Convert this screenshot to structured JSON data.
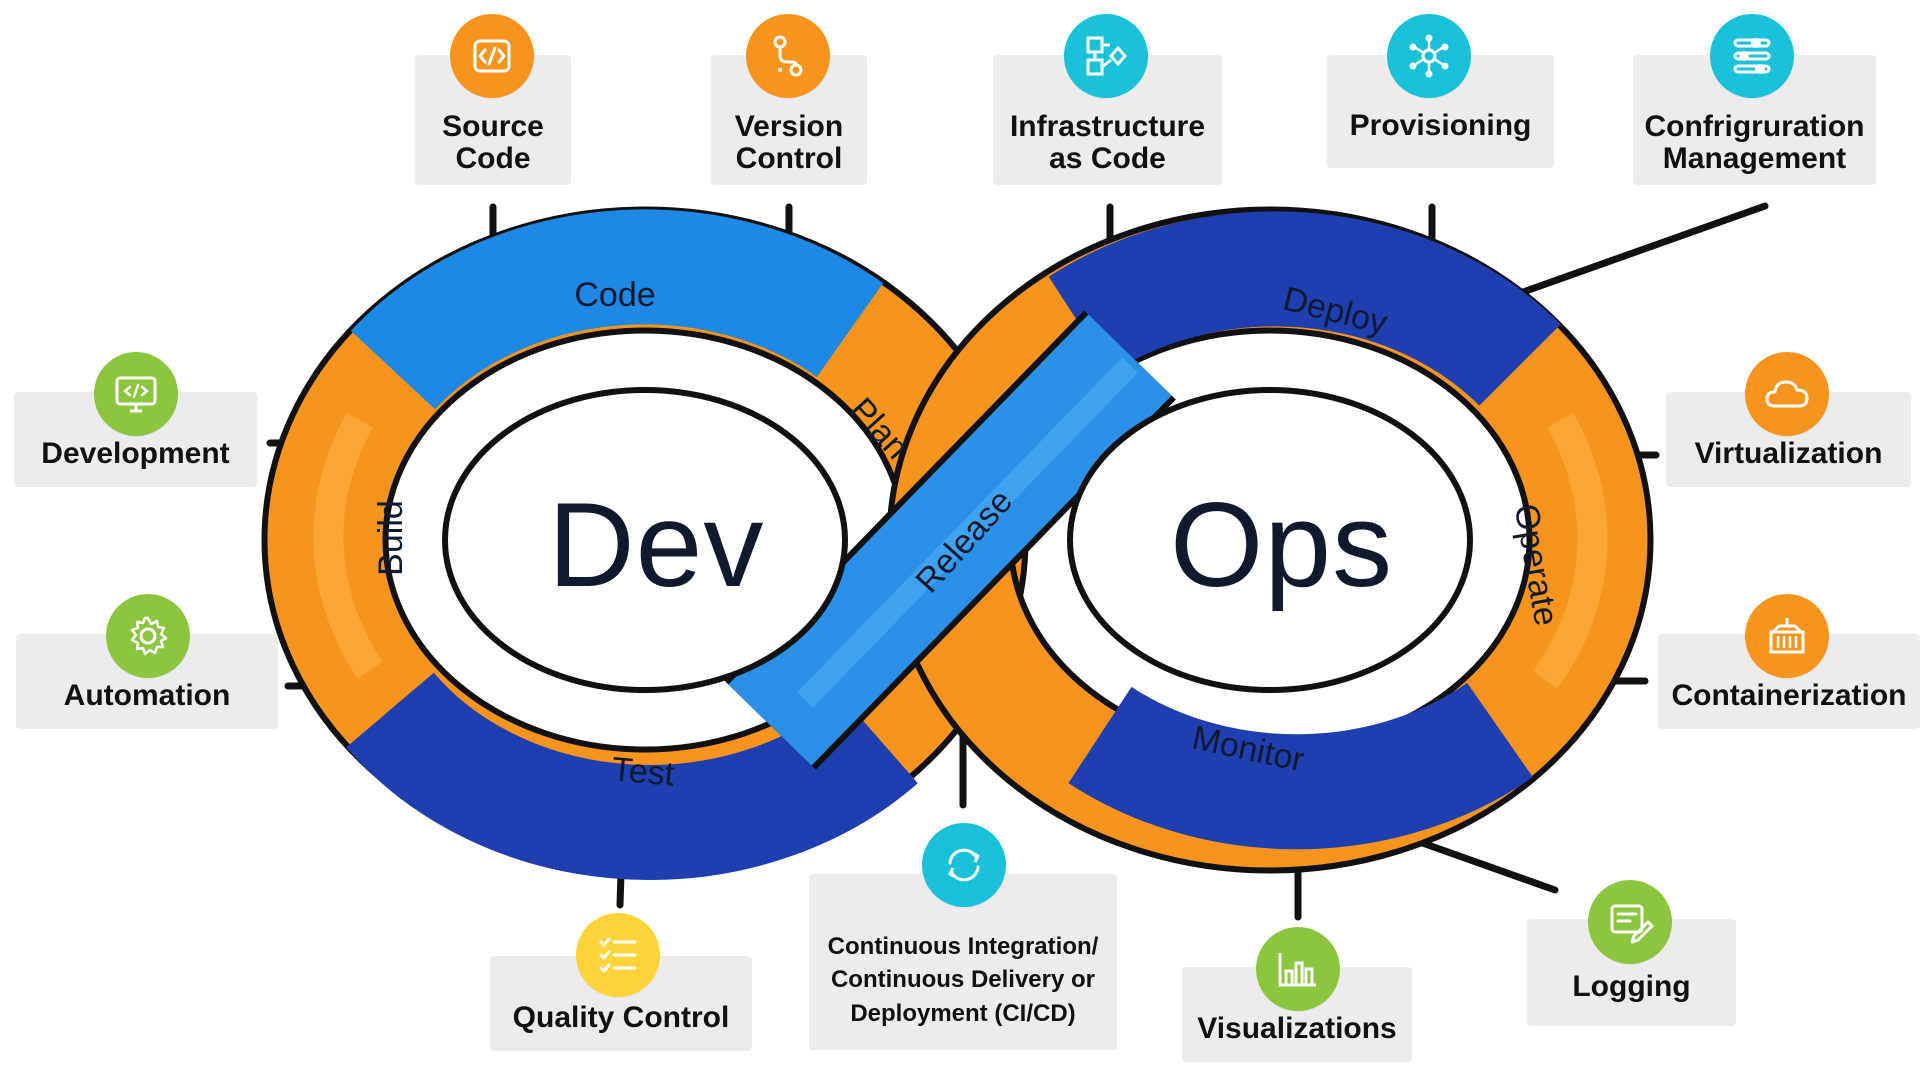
{
  "center": {
    "dev": "Dev",
    "ops": "Ops"
  },
  "loop_segments": {
    "code": "Code",
    "plan": "Plan",
    "build": "Build",
    "test": "Test",
    "release": "Release",
    "deploy": "Deploy",
    "operate": "Operate",
    "monitor": "Monitor"
  },
  "cards": {
    "source_code": "Source\nCode",
    "version_control": "Version\nControl",
    "infrastructure_as_code": "Infrastructure\nas Code",
    "provisioning": "Provisioning",
    "configuration_management": "Confrigruration\nManagement",
    "development": "Development",
    "automation": "Automation",
    "virtualization": "Virtualization",
    "containerization": "Containerization",
    "quality_control": "Quality Control",
    "ci_cd": "Continuous Integration/\nContinuous Delivery or\nDeployment (CI/CD)",
    "visualizations": "Visualizations",
    "logging": "Logging"
  },
  "icons": {
    "source_code": "code-brackets-icon",
    "version_control": "branch-icon",
    "infrastructure_as_code": "flowchart-icon",
    "provisioning": "network-hub-icon",
    "configuration_management": "sliders-icon",
    "development": "monitor-code-icon",
    "automation": "gear-icon",
    "virtualization": "cloud-icon",
    "containerization": "container-icon",
    "quality_control": "checklist-icon",
    "ci_cd": "refresh-icon",
    "visualizations": "bar-chart-icon",
    "logging": "log-edit-icon"
  },
  "colors": {
    "orange": "#f7941d",
    "light_blue": "#1e88e5",
    "dark_blue": "#1f3fb0",
    "cyan": "#19c1d9",
    "green": "#8cc63f",
    "yellow": "#ffd43b",
    "card_bg": "#ececed",
    "text_dark": "#0f1a2e"
  }
}
